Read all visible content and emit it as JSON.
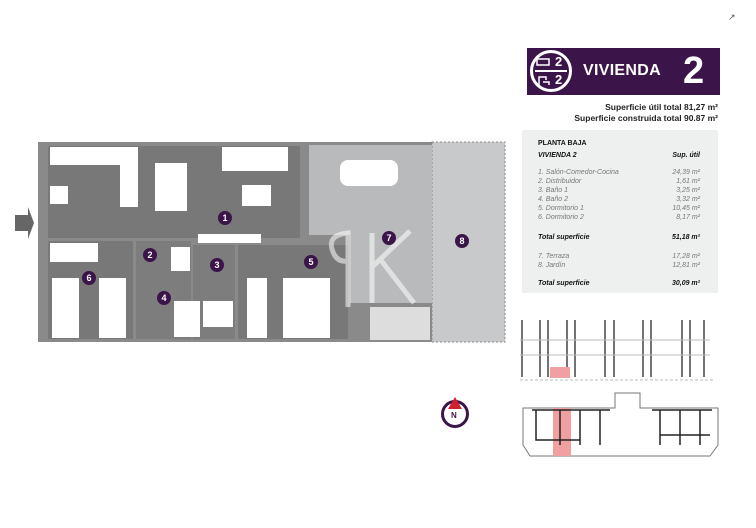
{
  "corner_icon": "external-link-icon",
  "banner": {
    "title": "VIVIENDA",
    "number": "2",
    "bedrooms": "2",
    "bathrooms": "2",
    "color": "#3b1449"
  },
  "surfaces": {
    "useful": "Superficie útil total 81,27 m²",
    "built": "Superficie construida total 90.87 m²"
  },
  "table": {
    "floor": "PLANTA BAJA",
    "unit": "VIVIENDA 2",
    "col_header": "Sup. útil",
    "rooms": [
      {
        "label": "1. Salón-Comedor-Cocina",
        "value": "24,39 m²"
      },
      {
        "label": "2. Distribuidor",
        "value": "1,61 m²"
      },
      {
        "label": "3. Baño 1",
        "value": "3,25 m²"
      },
      {
        "label": "4. Baño 2",
        "value": "3,32 m²"
      },
      {
        "label": "5. Dormitorio 1",
        "value": "10,45 m²"
      },
      {
        "label": "6. Dormitorio 2",
        "value": "8,17 m²"
      }
    ],
    "total1": {
      "label": "Total superficie",
      "value": "51,18 m²"
    },
    "exterior": [
      {
        "label": "7. Terraza",
        "value": "17,28 m²"
      },
      {
        "label": "8. Jardín",
        "value": "12,81 m²"
      }
    ],
    "total2": {
      "label": "Total superficie",
      "value": "30,09 m²"
    }
  },
  "plan": {
    "markers": [
      "1",
      "2",
      "3",
      "4",
      "5",
      "6",
      "7",
      "8"
    ],
    "watermark": "RK"
  },
  "compass": {
    "label": "N",
    "accent": "#d0202e"
  },
  "highlight_color": "#f0a0a0"
}
